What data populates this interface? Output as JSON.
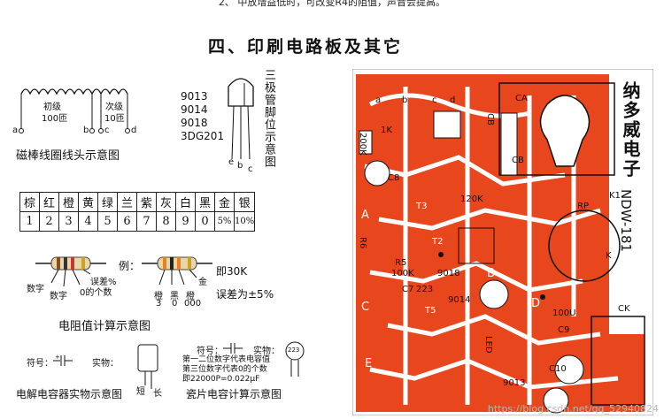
{
  "top_partial_text": "2、 中放增益低时，可改变R4的阻值，声音会提高。",
  "section_title": "四、印刷电路板及其它",
  "coil": {
    "primary": "初级",
    "primary_turns": "100匝",
    "secondary": "次级",
    "secondary_turns": "10匝",
    "pins": [
      "a",
      "b",
      "c",
      "d"
    ],
    "caption": "磁棒线圈线头示意图"
  },
  "transistor": {
    "models": [
      "9013",
      "9014",
      "9018",
      "3DG201"
    ],
    "vertical_caption": "三极管脚位示意图",
    "pins": [
      "e",
      "b",
      "c"
    ]
  },
  "color_code": {
    "colors": [
      "棕",
      "红",
      "橙",
      "黄",
      "绿",
      "兰",
      "紫",
      "灰",
      "白",
      "黑",
      "金",
      "银"
    ],
    "values": [
      "1",
      "2",
      "3",
      "4",
      "5",
      "6",
      "7",
      "8",
      "9",
      "0",
      "5%",
      "10%"
    ]
  },
  "resistor": {
    "left_labels": [
      "数字",
      "数字",
      "误差%",
      "0的个数"
    ],
    "example_label": "例：",
    "ex_colors": [
      "橙",
      "黑",
      "橙"
    ],
    "ex_values": [
      "3",
      "0",
      "000"
    ],
    "gold_label": "金",
    "result": "即30K",
    "tolerance": "误差为±5%",
    "caption": "电阻值计算示意图"
  },
  "electrolytic": {
    "symbol_label": "符号：",
    "real_label": "实物：",
    "short": "短",
    "long": "长",
    "caption": "电解电容器实物示意图"
  },
  "ceramic": {
    "symbol_label": "符号：",
    "real_label": "实物：",
    "lines": [
      "第一二位数字代表电容值",
      "第三位数字代表0的个数",
      "即22000P=0.022μF"
    ],
    "marking": "223",
    "caption": "瓷片电容计算示意图"
  },
  "pcb": {
    "brand": "纳多威电子",
    "model": "NDW-181",
    "labels": [
      "CA",
      "CB",
      "CB",
      "200K",
      "1K",
      "C8",
      "A",
      "R5",
      "100K",
      "9018",
      "B",
      "C",
      "D",
      "E",
      "R6",
      "C7",
      "223",
      "T5",
      "9014",
      "9013",
      "C10",
      "C9",
      "100U",
      "RP",
      "K",
      "K1",
      "CK",
      "120K",
      "T3",
      "T2",
      "LED",
      "a",
      "b",
      "c",
      "d"
    ],
    "bg": "#e8471e"
  },
  "watermark": "https://blog.csdn.net/qq_52940824"
}
